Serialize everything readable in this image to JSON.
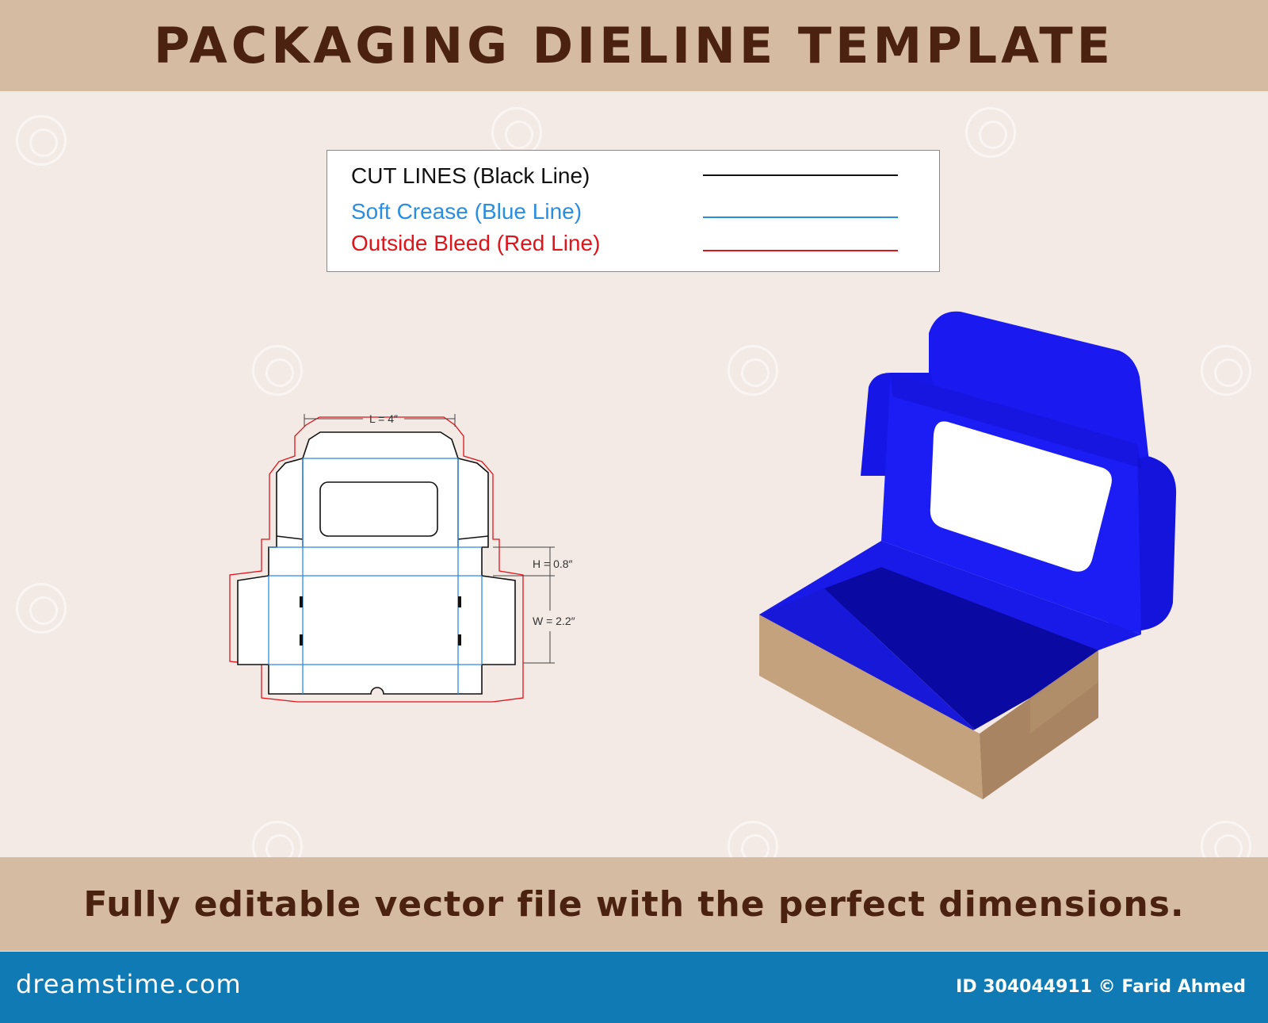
{
  "header": {
    "title": "PACKAGING DIELINE TEMPLATE"
  },
  "legend": {
    "items": [
      {
        "label": "CUT LINES (Black Line)",
        "color": "#111111"
      },
      {
        "label": "Soft Crease (Blue Line)",
        "color": "#2a8ee0"
      },
      {
        "label": "Outside Bleed (Red Line)",
        "color": "#e0141b"
      }
    ]
  },
  "dieline": {
    "length_label": "L = 4″",
    "height_label": "H = 0.8″",
    "width_label": "W = 2.2″"
  },
  "footer": {
    "text": "Fully editable vector file with the perfect dimensions."
  },
  "bottom_bar": {
    "brand": "dreamstime.com",
    "credit": "ID 304044911 © Farid Ahmed"
  },
  "colors": {
    "header_bg": "#d5bba2",
    "title_text": "#4a220f",
    "box_blue": "#1414ee",
    "box_kraft": "#c4a27d",
    "bar_blue": "#0f7ab3"
  }
}
